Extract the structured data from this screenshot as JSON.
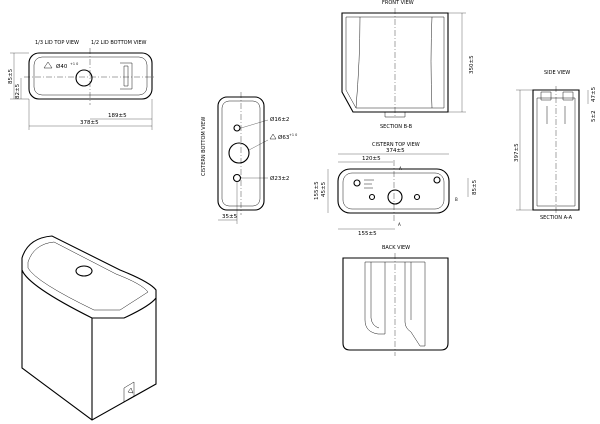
{
  "views": {
    "lid_top": "1/3 LID TOP VIEW",
    "lid_bottom": "1/2 LID BOTTOM VIEW",
    "front": "FRONT VIEW",
    "section_bb": "SECTION B-B",
    "side": "SIDE VIEW",
    "section_aa": "SECTION A-A",
    "cistern_top": "CISTERN TOP VIEW",
    "cistern_bottom": "CISTERN BOTTOM VIEW",
    "back": "BACK VIEW"
  },
  "dimensions": {
    "lid_hole": "Ø40",
    "lid_hole_tol": "+1 0",
    "lid_height": "85±5",
    "lid_small": "82±5",
    "lid_half_width": "189±5",
    "lid_width": "378±5",
    "front_height": "350±5",
    "side_top": "47±5",
    "side_small": "5±2",
    "side_height": "397±5",
    "bottom_hole_1": "Ø16±2",
    "bottom_hole_2": "Ø63",
    "bottom_hole_2_tol": "+1 0",
    "bottom_hole_3": "Ø23±2",
    "bottom_offset": "35±5",
    "top_width": "374±5",
    "top_offset": "120±5",
    "top_depth": "155±5",
    "top_left": "45±5",
    "top_right": "85±5",
    "top_bottom": "155±5"
  },
  "markers": {
    "section_a": "A",
    "section_b": "B"
  }
}
